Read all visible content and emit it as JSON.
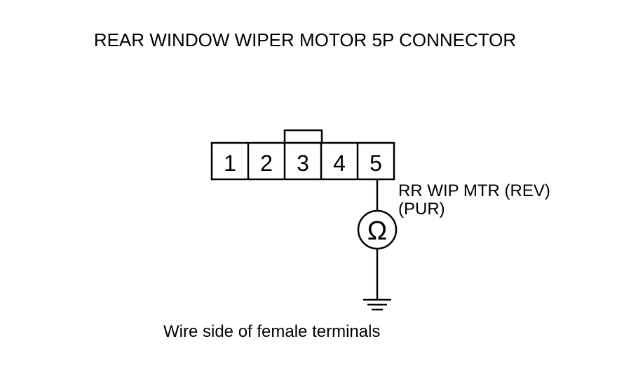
{
  "title": "REAR WINDOW WIPER MOTOR 5P CONNECTOR",
  "connector": {
    "pins": [
      "1",
      "2",
      "3",
      "4",
      "5"
    ],
    "keyed_pin": "3"
  },
  "probe": {
    "pin": "5",
    "wire_label": "RR WIP MTR (REV)",
    "wire_color": "(PUR)",
    "meter_symbol": "Ω"
  },
  "ground": {
    "symbol": "ground-icon"
  },
  "caption": "Wire side of female terminals",
  "colors": {
    "line": "#000000",
    "background": "#ffffff"
  }
}
